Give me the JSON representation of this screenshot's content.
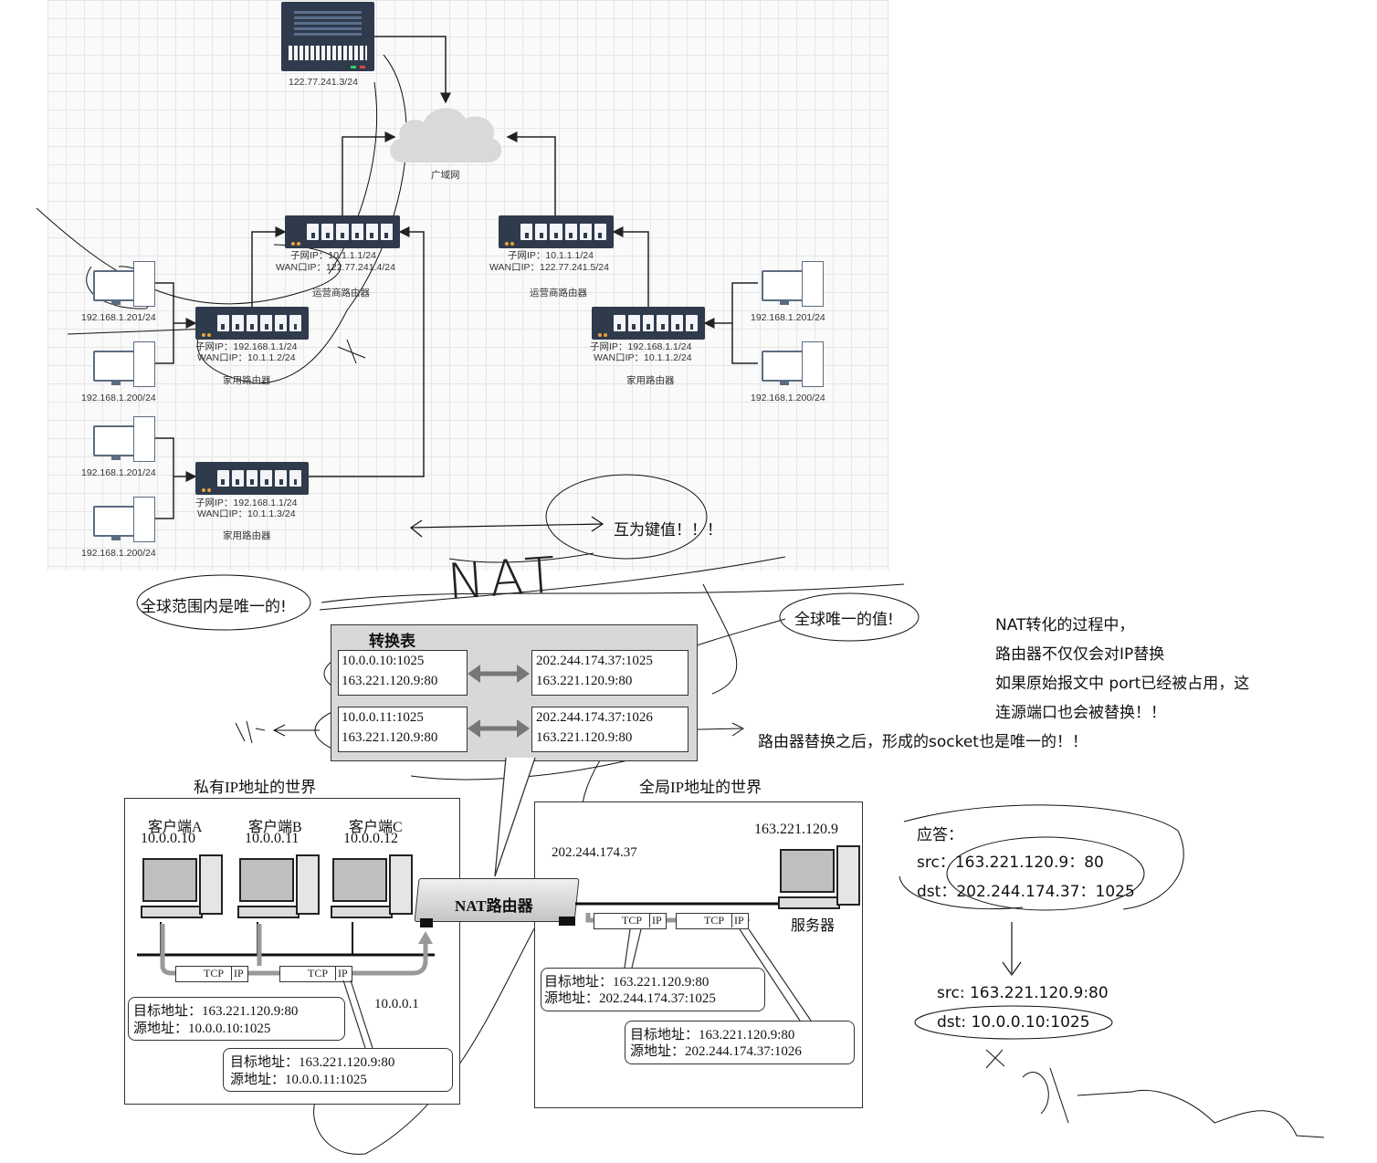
{
  "top_diagram": {
    "server_ip": "122.77.241.3/24",
    "cloud_label": "广域网",
    "isp_router_left": {
      "subnet_ip": "子网IP：10.1.1.1/24",
      "wan_ip": "WAN口IP：122.77.241.4/24",
      "label": "运营商路由器"
    },
    "isp_router_right": {
      "subnet_ip": "子网IP：10.1.1.1/24",
      "wan_ip": "WAN口IP：122.77.241.5/24",
      "label": "运营商路由器"
    },
    "home_router_1": {
      "subnet_ip": "子网IP：192.168.1.1/24",
      "wan_ip": "WAN口IP：10.1.1.2/24",
      "label": "家用路由器"
    },
    "home_router_2": {
      "subnet_ip": "子网IP：192.168.1.1/24",
      "wan_ip": "WAN口IP：10.1.1.3/24",
      "label": "家用路由器"
    },
    "home_router_3": {
      "subnet_ip": "子网IP：192.168.1.1/24",
      "wan_ip": "WAN口IP：10.1.1.2/24",
      "label": "家用路由器"
    },
    "pc_left_1a": "192.168.1.201/24",
    "pc_left_1b": "192.168.1.200/24",
    "pc_left_2a": "192.168.1.201/24",
    "pc_left_2b": "192.168.1.200/24",
    "pc_right_a": "192.168.1.201/24",
    "pc_right_b": "192.168.1.200/24"
  },
  "notes": {
    "key_value": "互为键值！！！",
    "nat_scribble": "NAT",
    "global_unique_range": "全球范围内是唯一的!",
    "global_unique_value": "全球唯一的值!",
    "nat_explain_1": "NAT转化的过程中，",
    "nat_explain_2": "路由器不仅仅会对IP替换",
    "nat_explain_3": "如果原始报文中 port已经被占用，这",
    "nat_explain_4": "连源端口也会被替换！！",
    "socket_unique": "路由器替换之后，形成的socket也是唯一的！！",
    "response_title": "应答：",
    "resp_src": "src：163.221.120.9：80",
    "resp_dst": "dst：202.244.174.37：1025",
    "trans_src": "src: 163.221.120.9:80",
    "trans_dst": "dst: 10.0.0.10:1025"
  },
  "nat_figure": {
    "table_title": "转换表",
    "row1_private_a": "10.0.0.10:1025",
    "row1_private_b": "163.221.120.9:80",
    "row1_global_a": "202.244.174.37:1025",
    "row1_global_b": "163.221.120.9:80",
    "row2_private_a": "10.0.0.11:1025",
    "row2_private_b": "163.221.120.9:80",
    "row2_global_a": "202.244.174.37:1026",
    "row2_global_b": "163.221.120.9:80",
    "private_world": "私有IP地址的世界",
    "global_world": "全局IP地址的世界",
    "client_a_name": "客户端A",
    "client_a_ip": "10.0.0.10",
    "client_b_name": "客户端B",
    "client_b_ip": "10.0.0.11",
    "client_c_name": "客户端C",
    "client_c_ip": "10.0.0.12",
    "nat_router": "NAT路由器",
    "router_private_ip": "10.0.0.1",
    "router_global_ip": "202.244.174.37",
    "server_ip": "163.221.120.9",
    "server_label": "服务器",
    "tcp": "TCP",
    "ip": "IP",
    "pkt_a_dst": "目标地址：163.221.120.9:80",
    "pkt_a_src": "源地址：10.0.0.10:1025",
    "pkt_b_dst": "目标地址：163.221.120.9:80",
    "pkt_b_src": "源地址：10.0.0.11:1025",
    "pkt_g1_dst": "目标地址：163.221.120.9:80",
    "pkt_g1_src": "源地址：202.244.174.37:1025",
    "pkt_g2_dst": "目标地址：163.221.120.9:80",
    "pkt_g2_src": "源地址：202.244.174.37:1026"
  }
}
